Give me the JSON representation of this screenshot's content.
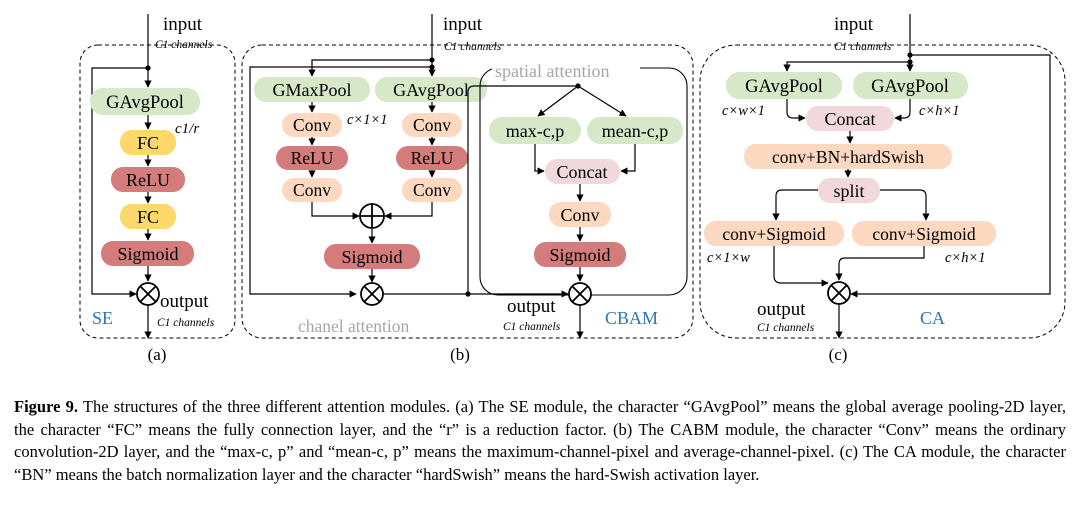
{
  "panels": {
    "a": {
      "input": "input",
      "input_channels": "C1 channels",
      "gavgpool": "GAvgPool",
      "ratio": "c1/r",
      "fc1": "FC",
      "relu": "ReLU",
      "fc2": "FC",
      "sigmoid": "Sigmoid",
      "output": "output",
      "output_channels": "C1 channels",
      "module": "SE",
      "sublabel": "(a)"
    },
    "b": {
      "input": "input",
      "input_channels": "C1 channels",
      "gmaxpool": "GMaxPool",
      "gavgpool": "GAvgPool",
      "dim": "c×1×1",
      "conv1a": "Conv",
      "conv1b": "Conv",
      "relu_a": "ReLU",
      "relu_b": "ReLU",
      "conv2a": "Conv",
      "conv2b": "Conv",
      "sigmoid1": "Sigmoid",
      "spatial_label": "spatial attention",
      "channel_label": "chanel attention",
      "maxcp": "max-c,p",
      "meancp": "mean-c,p",
      "concat": "Concat",
      "conv3": "Conv",
      "sigmoid2": "Sigmoid",
      "output": "output",
      "output_channels": "C1 channels",
      "module": "CBAM",
      "sublabel": "(b)"
    },
    "c": {
      "input": "input",
      "input_channels": "C1 channels",
      "gavgpool_w": "GAvgPool",
      "gavgpool_h": "GAvgPool",
      "dim_w": "c×w×1",
      "dim_h": "c×h×1",
      "concat": "Concat",
      "conv_bn": "conv+BN+hardSwish",
      "split": "split",
      "conv_sig1": "conv+Sigmoid",
      "conv_sig2": "conv+Sigmoid",
      "dim_out1": "c×1×w",
      "dim_out2": "c×h×1",
      "output": "output",
      "output_channels": "C1 channels",
      "module": "CA",
      "sublabel": "(c)"
    }
  },
  "caption": {
    "label": "Figure 9.",
    "text": " The structures of the three different attention modules. (a) The SE module, the character “GAvgPool” means the global average pooling-2D layer, the character “FC” means the fully connection layer, and the “r” is a reduction factor. (b) The CABM module, the character “Conv” means the ordinary convolution-2D layer, and the “max-c, p” and “mean-c, p” means the maximum-channel-pixel and average-channel-pixel. (c) The CA module, the character “BN” means the batch normalization layer and the character “hardSwish” means the hard-Swish activation layer."
  },
  "colors": {
    "green": "#d6e8c8",
    "yellow": "#fcd86a",
    "red": "#d47b7b",
    "peach": "#fbd8bf",
    "pink": "#f0d8dc",
    "blue_label": "#2e75b6",
    "gray_label": "#a6a6a6"
  }
}
